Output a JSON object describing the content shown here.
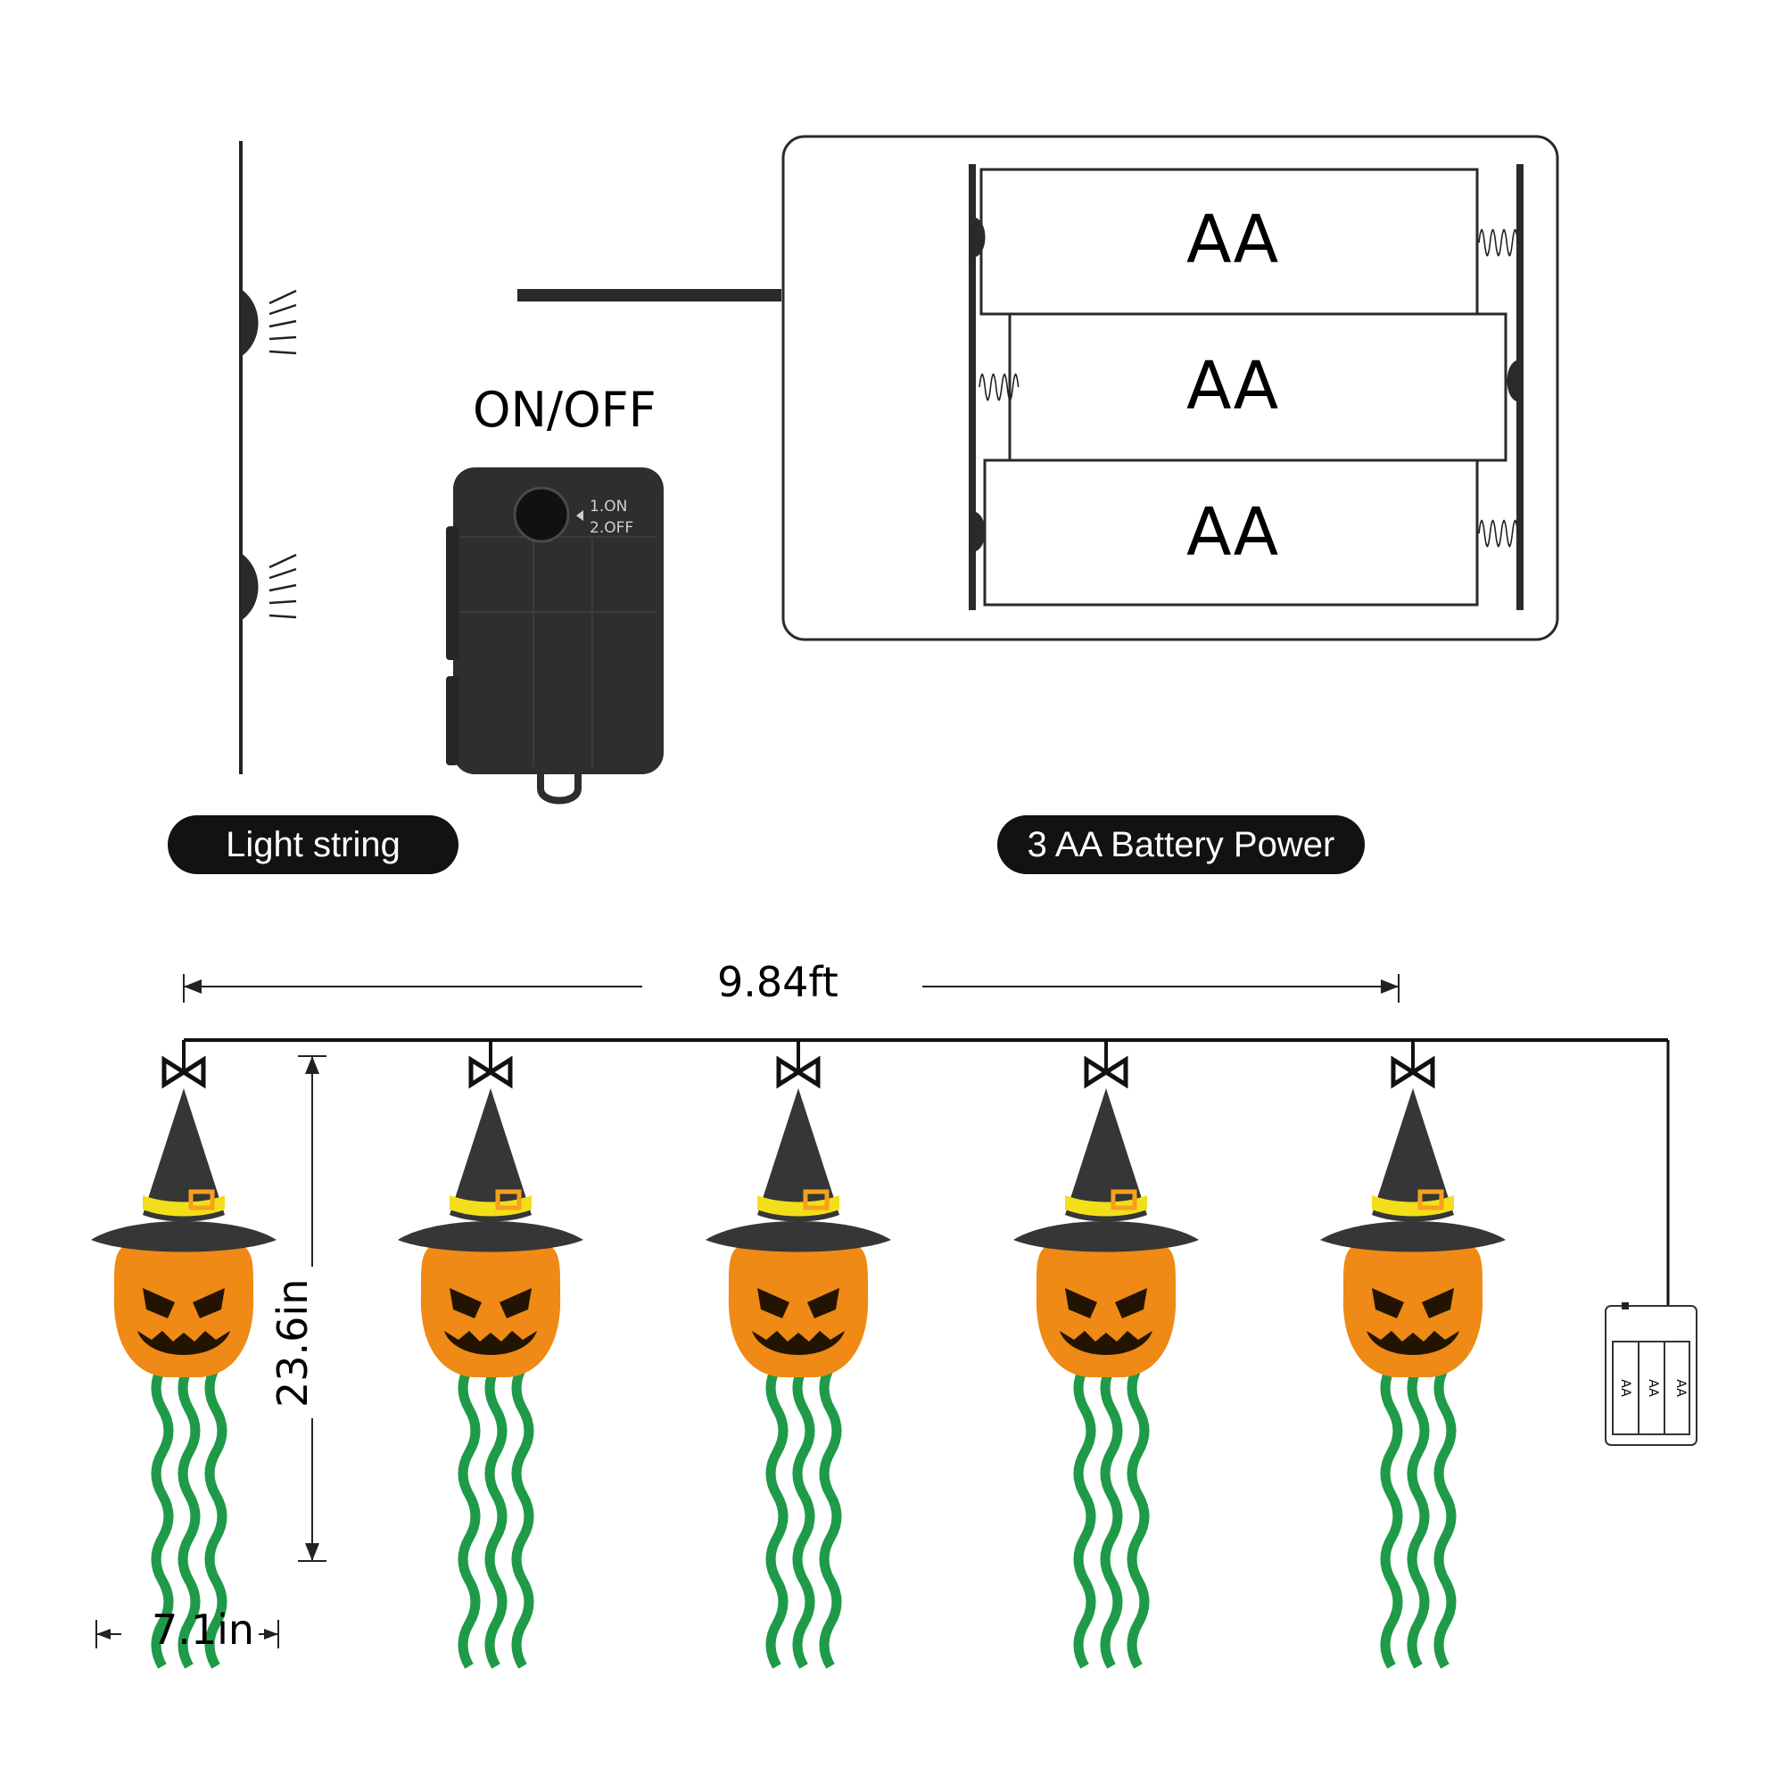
{
  "labels": {
    "on_off": "ON/OFF",
    "switch_on": "1.ON",
    "switch_off": "2.OFF",
    "battery_cell": "AA",
    "light_string_pill": "Light string",
    "battery_power_pill": "3 AA Battery Power",
    "length": "9.84ft",
    "height": "23.6in",
    "width": "7.1in"
  },
  "battery_cells": [
    "AA",
    "AA",
    "AA"
  ],
  "pumpkin_count": 5,
  "colors": {
    "pumpkin": "#ee8a15",
    "hat": "#363636",
    "band": "#f2df1a",
    "buckle": "#f5a01e",
    "streamer": "#1f9a48",
    "line": "#1a1a1a",
    "pill_bg": "#121212",
    "box": "#2e2e2e"
  }
}
